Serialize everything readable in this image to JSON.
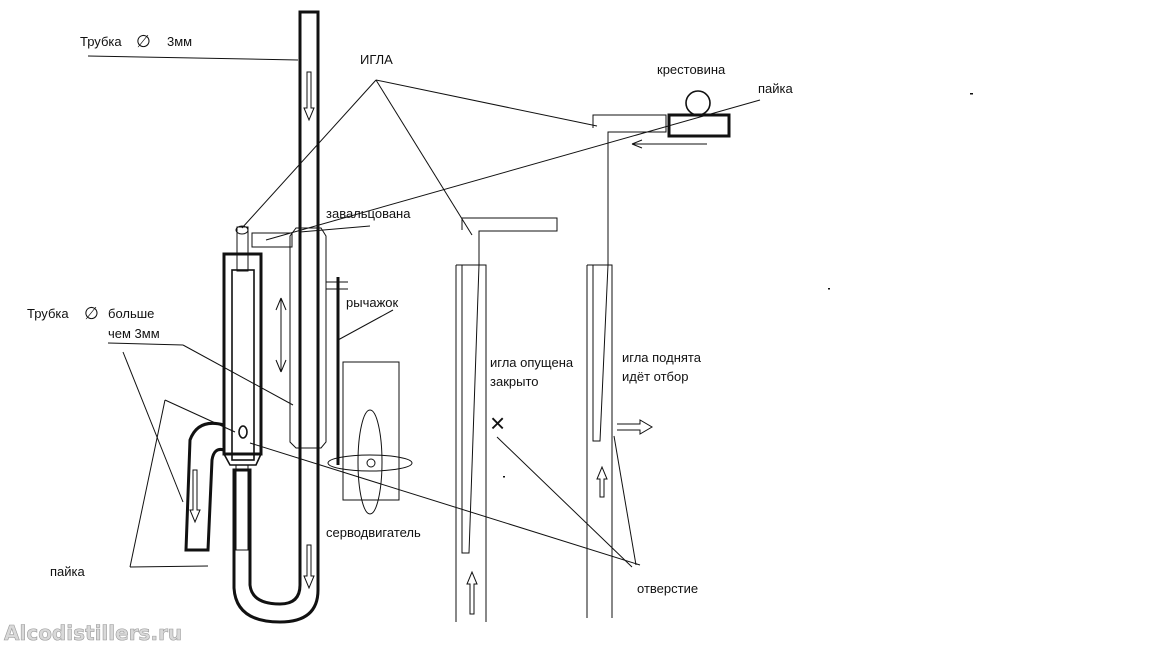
{
  "labels": {
    "tube_small": "Трубка",
    "tube_small_size": "3мм",
    "needle": "ИГЛА",
    "cross": "крестовина",
    "solder_top": "пайка",
    "rolled": "завальцована",
    "lever": "рычажок",
    "tube_big": "Трубка",
    "tube_big_size_1": "больше",
    "tube_big_size_2": "чем 3мм",
    "needle_down_1": "игла опущена",
    "needle_down_2": "закрыто",
    "needle_up_1": "игла поднята",
    "needle_up_2": "идёт отбор",
    "servo": "серводвигатель",
    "solder_bottom": "пайка",
    "hole": "отверстие"
  },
  "symbols": {
    "diameter": "∅",
    "closed_mark": "×"
  },
  "watermark": "Alcodistillers.ru",
  "colors": {
    "line": "#111111",
    "background": "#ffffff",
    "watermark_fill": "#d9d9d9"
  }
}
